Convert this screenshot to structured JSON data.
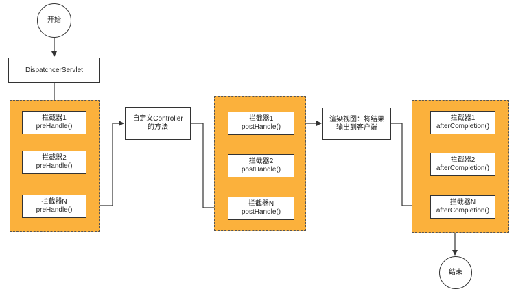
{
  "start": "开始",
  "end": "结束",
  "dispatcher": "DispatchcerServlet",
  "controller": {
    "line1": "自定义Controller",
    "line2": "的方法"
  },
  "render": {
    "line1": "渲染视图：将结果",
    "line2": "输出到客户端"
  },
  "pre": [
    {
      "line1": "拦截器1",
      "line2": "preHandle()"
    },
    {
      "line1": "拦截器2",
      "line2": "preHandle()"
    },
    {
      "line1": "拦截器N",
      "line2": "preHandle()"
    }
  ],
  "post": [
    {
      "line1": "拦截器1",
      "line2": "postHandle()"
    },
    {
      "line1": "拦截器2",
      "line2": "postHandle()"
    },
    {
      "line1": "拦截器N",
      "line2": "postHandle()"
    }
  ],
  "after": [
    {
      "line1": "拦截器1",
      "line2": "afterCompletion()"
    },
    {
      "line1": "拦截器2",
      "line2": "afterCompletion()"
    },
    {
      "line1": "拦截器N",
      "line2": "afterCompletion()"
    }
  ],
  "colors": {
    "group_fill": "#fbb13c",
    "stroke": "#333333"
  }
}
